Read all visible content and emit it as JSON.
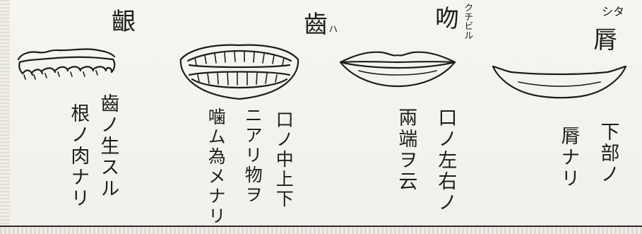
{
  "figures": {
    "gums": {
      "title": "齦",
      "captions": [
        "齒ノ生スル",
        "根ノ肉ナリ"
      ]
    },
    "teeth": {
      "title": "齒",
      "title_gloss": "ハ",
      "captions": [
        "口ノ中上下",
        "ニアリ物ヲ",
        "噛ム為メナリ"
      ]
    },
    "lips": {
      "title": "吻",
      "title_gloss": "クチビル",
      "captions": [
        "口ノ左右ノ",
        "兩端ヲ云"
      ]
    },
    "lower_lip": {
      "title_gloss": "シタ",
      "title": "脣",
      "captions": [
        "下部ノ",
        "脣ナリ"
      ]
    }
  }
}
